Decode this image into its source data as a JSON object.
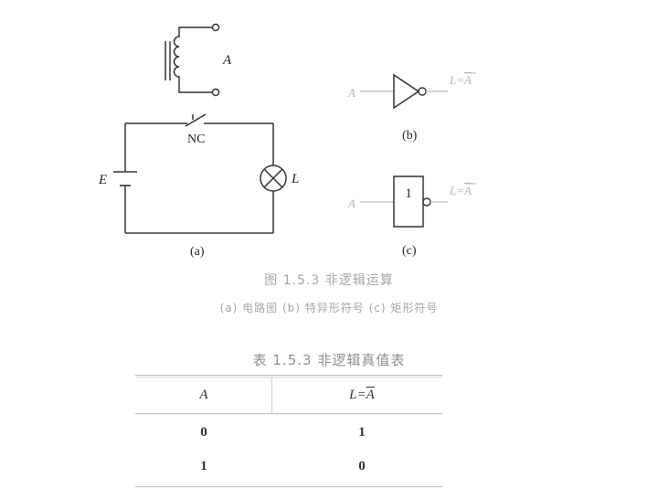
{
  "diagram": {
    "relay_label": "A",
    "switch_label": "NC",
    "battery_label": "E",
    "lamp_label": "L",
    "panel_a_label": "(a)",
    "gate_b": {
      "input": "A",
      "output_prefix": "L=",
      "output_var": "A",
      "panel_label": "(b)"
    },
    "gate_c": {
      "input": "A",
      "output_prefix": "L=",
      "output_var": "A",
      "box_symbol": "1",
      "panel_label": "(c)"
    }
  },
  "figure": {
    "title": "图 1.5.3   非逻辑运算",
    "subtitle": "(a) 电路图   (b) 特异形符号   (c) 矩形符号"
  },
  "table": {
    "title": "表 1.5.3   非逻辑真值表",
    "header": {
      "col1": "A",
      "col2_prefix": "L=",
      "col2_var": "A"
    },
    "rows": [
      {
        "a": "0",
        "l": "1"
      },
      {
        "a": "1",
        "l": "0"
      }
    ]
  }
}
